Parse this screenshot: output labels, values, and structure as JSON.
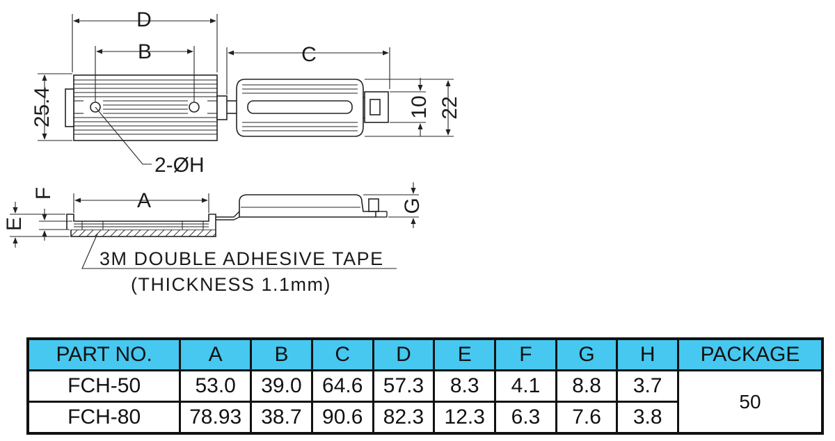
{
  "diagram": {
    "dim_labels": {
      "d": "D",
      "b": "B",
      "c": "C",
      "a": "A",
      "height_body": "25.4",
      "slot": "10",
      "total_height": "22",
      "hole": "2-ØH",
      "e": "E",
      "f": "F",
      "g": "G"
    },
    "tape_note": "3M DOUBLE ADHESIVE TAPE",
    "tape_thickness": "(THICKNESS 1.1mm)"
  },
  "table": {
    "headers": [
      "PART NO.",
      "A",
      "B",
      "C",
      "D",
      "E",
      "F",
      "G",
      "H",
      "PACKAGE"
    ],
    "rows": [
      [
        "FCH-50",
        "53.0",
        "39.0",
        "64.6",
        "57.3",
        "8.3",
        "4.1",
        "8.8",
        "3.7"
      ],
      [
        "FCH-80",
        "78.93",
        "38.7",
        "90.6",
        "82.3",
        "12.3",
        "6.3",
        "7.6",
        "3.8"
      ]
    ],
    "package": "50"
  }
}
